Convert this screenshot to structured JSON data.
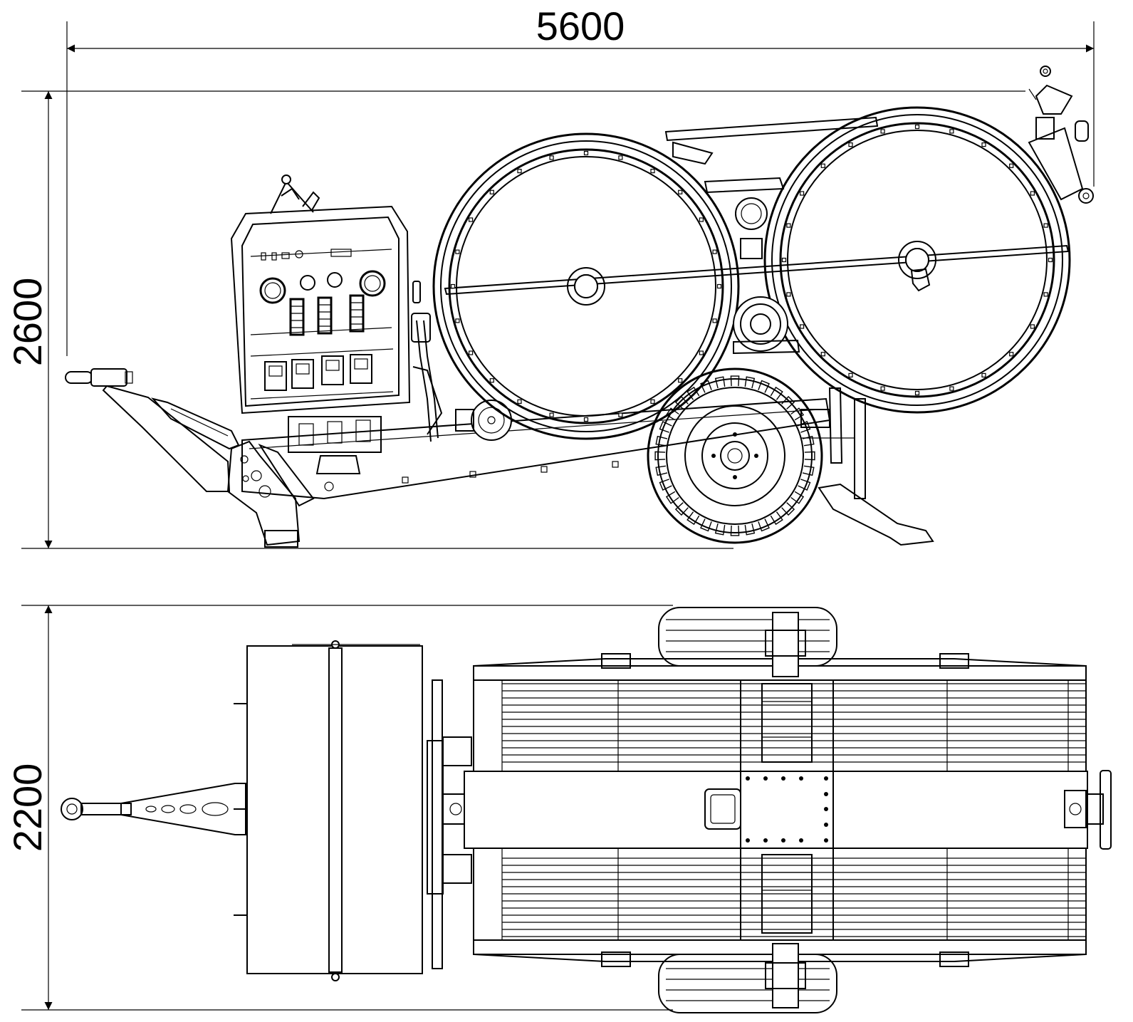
{
  "dimensions": {
    "overall_length": "5600",
    "side_view_height": "2600",
    "top_view_width": "2200"
  },
  "views": [
    "side-view",
    "top-view"
  ]
}
